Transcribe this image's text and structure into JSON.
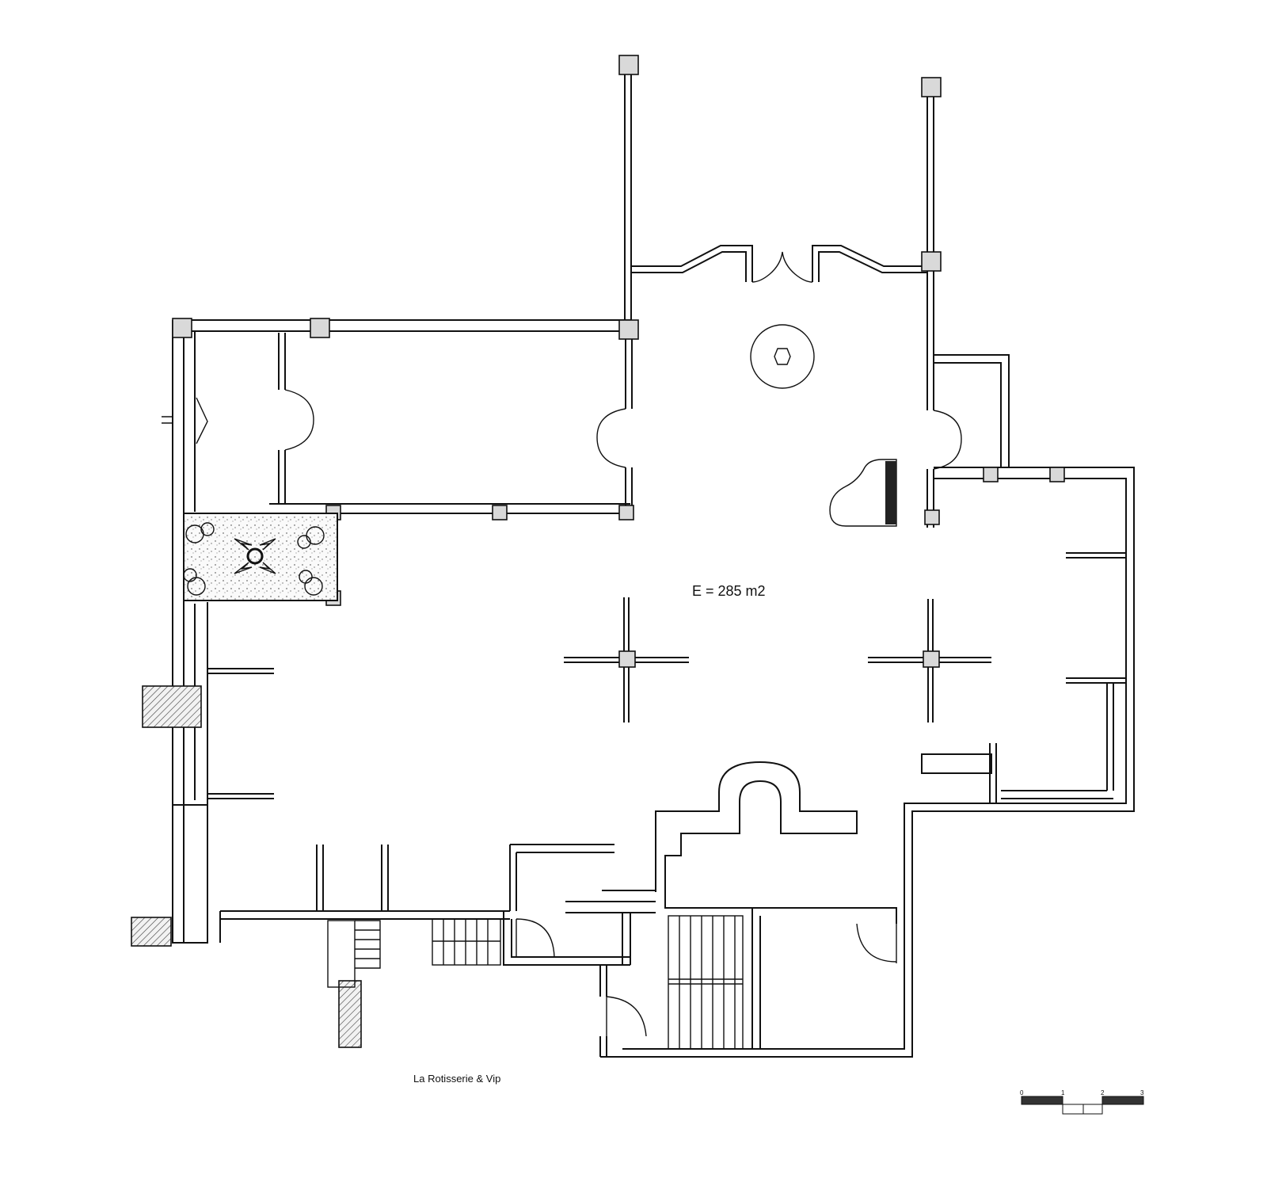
{
  "plan": {
    "area_label": "E = 285 m2",
    "title": "La Rotisserie & Vip"
  },
  "scale_bar": {
    "ticks": [
      "0",
      "1",
      "2",
      "3"
    ]
  },
  "colors": {
    "line": "#111111",
    "column_fill": "#d9d9d9",
    "background": "#ffffff"
  }
}
